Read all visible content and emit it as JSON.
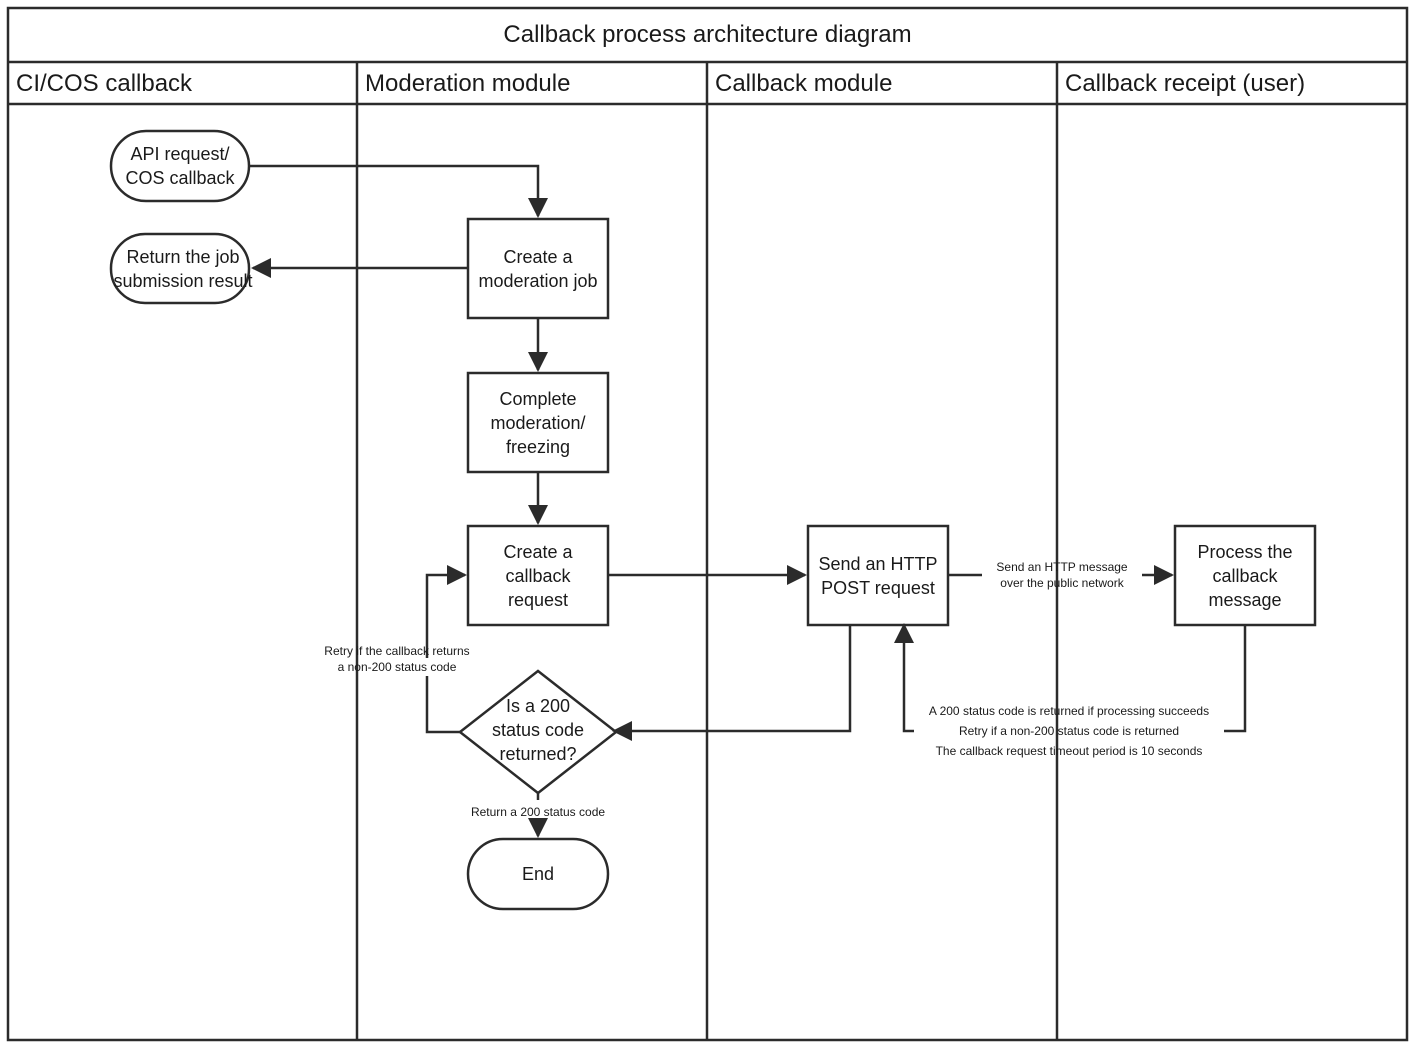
{
  "title": "Callback process architecture diagram",
  "lanes": [
    "CI/COS callback",
    "Moderation module",
    "Callback module",
    "Callback receipt (user)"
  ],
  "nodes": {
    "api_request": "API request/ COS callback",
    "return_job": "Return the job submission result",
    "create_job": "Create a moderation job",
    "complete_moderation": "Complete moderation/ freezing",
    "create_callback": "Create a callback request",
    "decision": "Is a 200 status code returned?",
    "end": "End",
    "send_post": "Send an HTTP POST request",
    "process_callback": "Process the callback message"
  },
  "edge_labels": {
    "public_network": [
      "Send an HTTP message",
      "over the public network"
    ],
    "retry": [
      "Retry if the callback returns",
      "a non-200 status code"
    ],
    "return_200": "Return a 200 status code",
    "response_notes": [
      "A 200 status code is returned if processing succeeds",
      "Retry if a non-200 status code is returned",
      "The callback request timeout period is 10 seconds"
    ]
  },
  "colors": {
    "stroke": "#2b2b2b",
    "background": "#ffffff",
    "text": "#1a1a1a"
  }
}
